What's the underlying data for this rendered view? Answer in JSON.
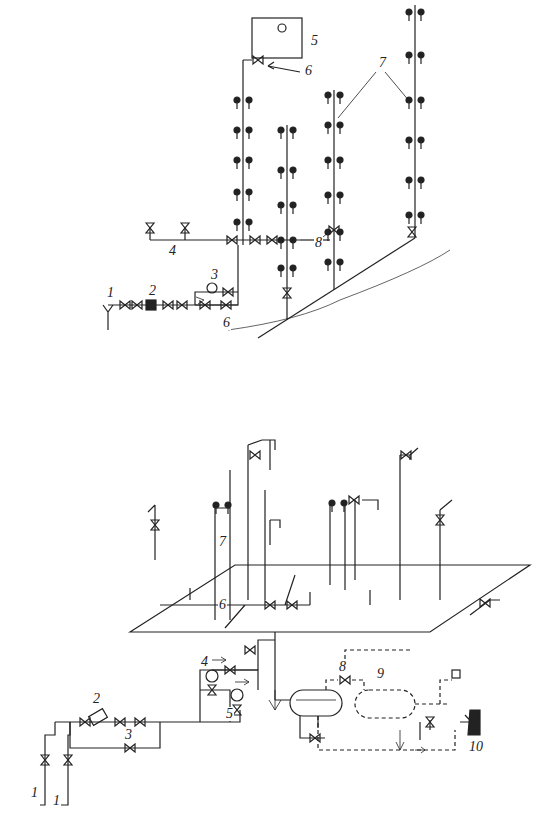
{
  "diagram": {
    "labels": [
      "5",
      "6",
      "7",
      "8",
      "4",
      "3",
      "1",
      "2",
      "6",
      "7",
      "6",
      "8",
      "9",
      "4",
      "5",
      "2",
      "3",
      "10",
      "1",
      "1"
    ]
  }
}
